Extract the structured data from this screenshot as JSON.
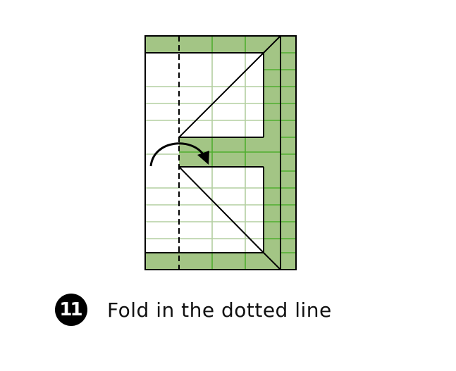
{
  "step": {
    "number": "11",
    "caption": "Fold in the dotted line"
  },
  "colors": {
    "paper_fill": "#a3c585",
    "grid_on_white": "#b3cfa0",
    "grid_on_green": "#4fae2f",
    "outline": "#000000",
    "background": "#ffffff"
  },
  "icons": {
    "fold_arrow": "curved-arrow-right"
  }
}
